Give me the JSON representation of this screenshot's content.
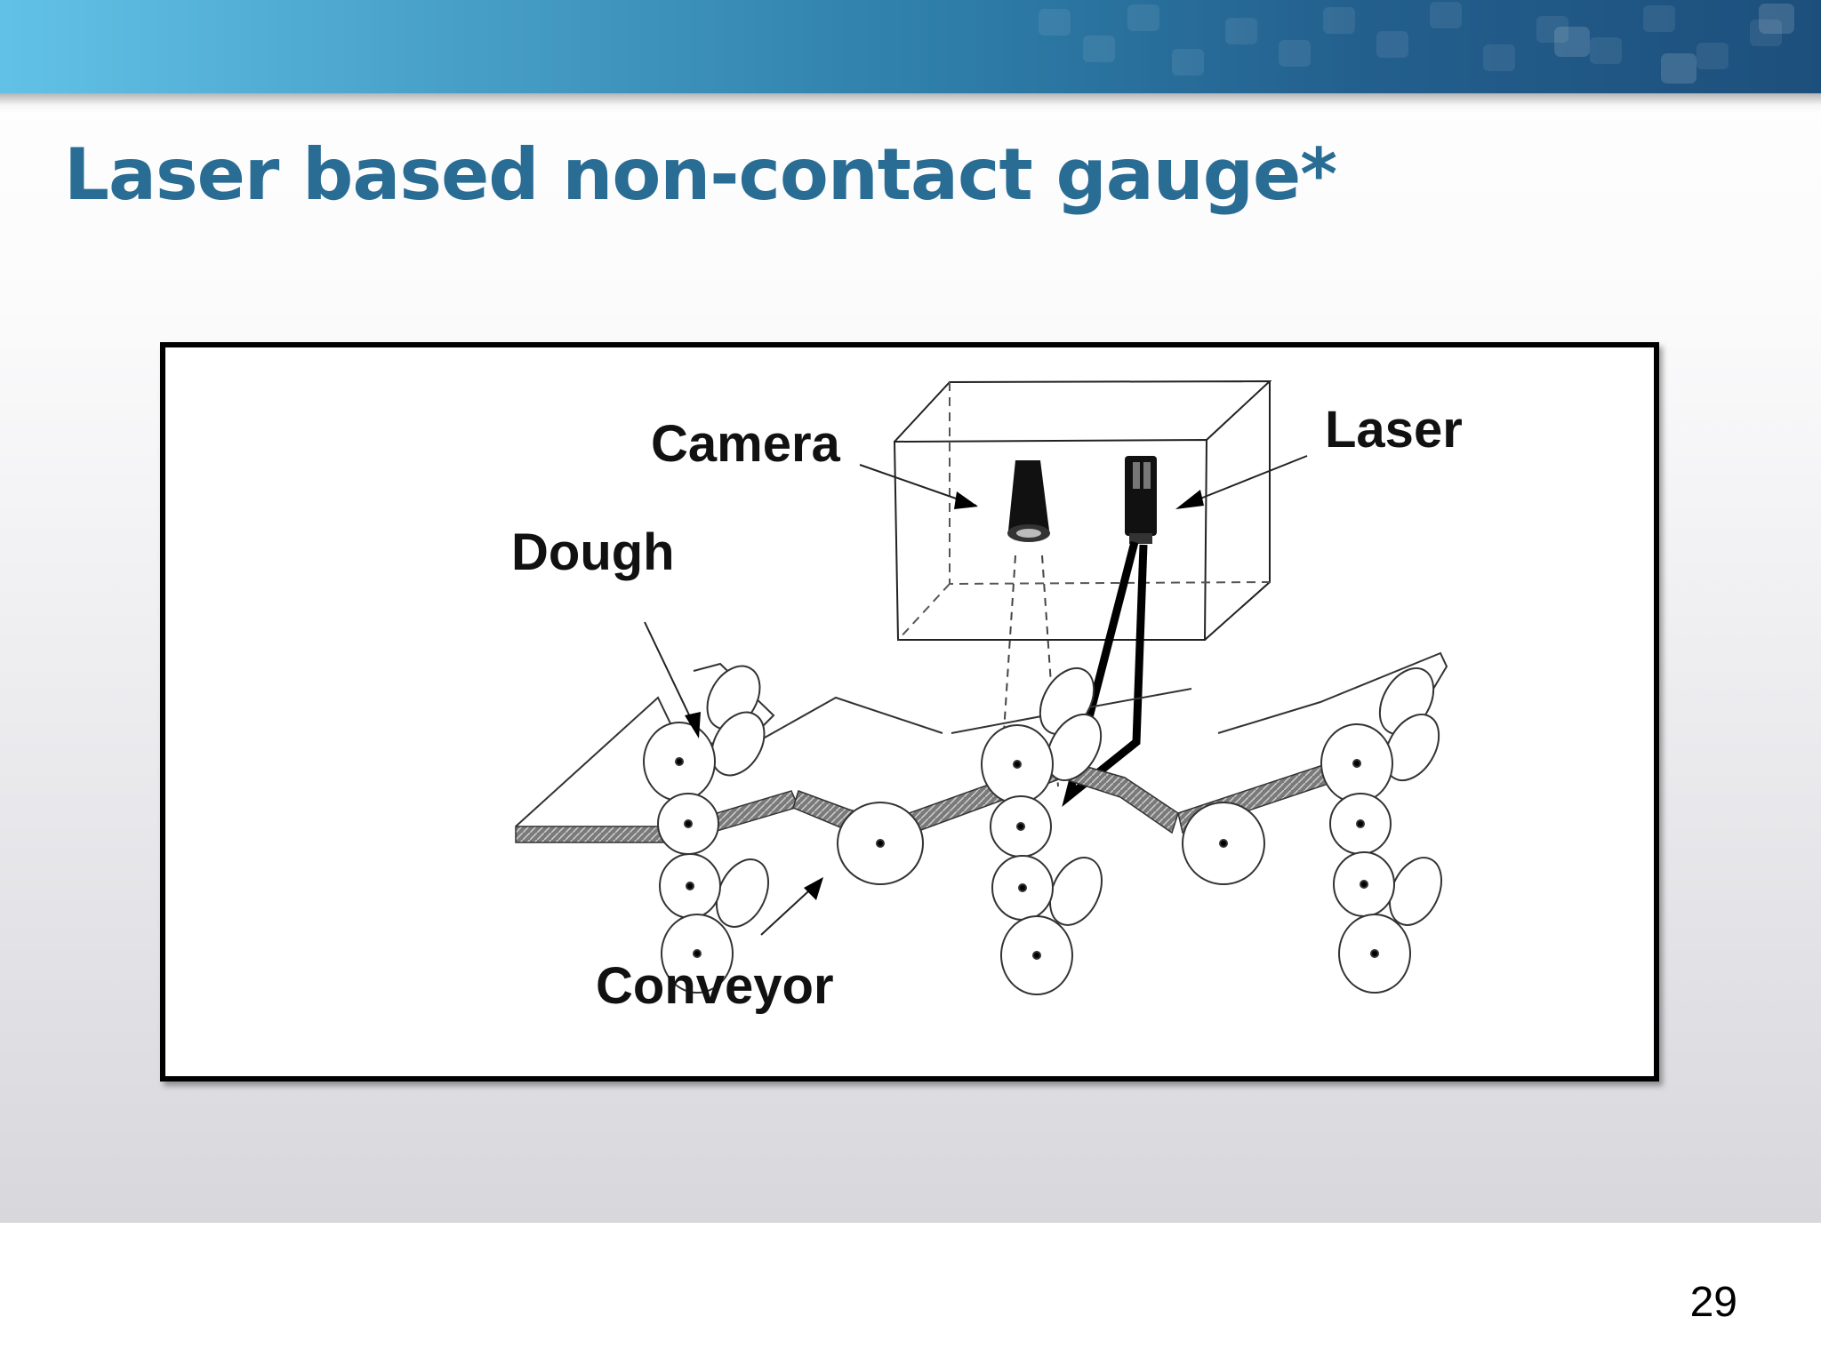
{
  "slide": {
    "title": "Laser based non-contact gauge*",
    "page_number": "29",
    "title_color": "#2a6d94"
  },
  "diagram": {
    "labels": {
      "camera": "Camera",
      "laser": "Laser",
      "dough": "Dough",
      "conveyor": "Conveyor"
    }
  }
}
